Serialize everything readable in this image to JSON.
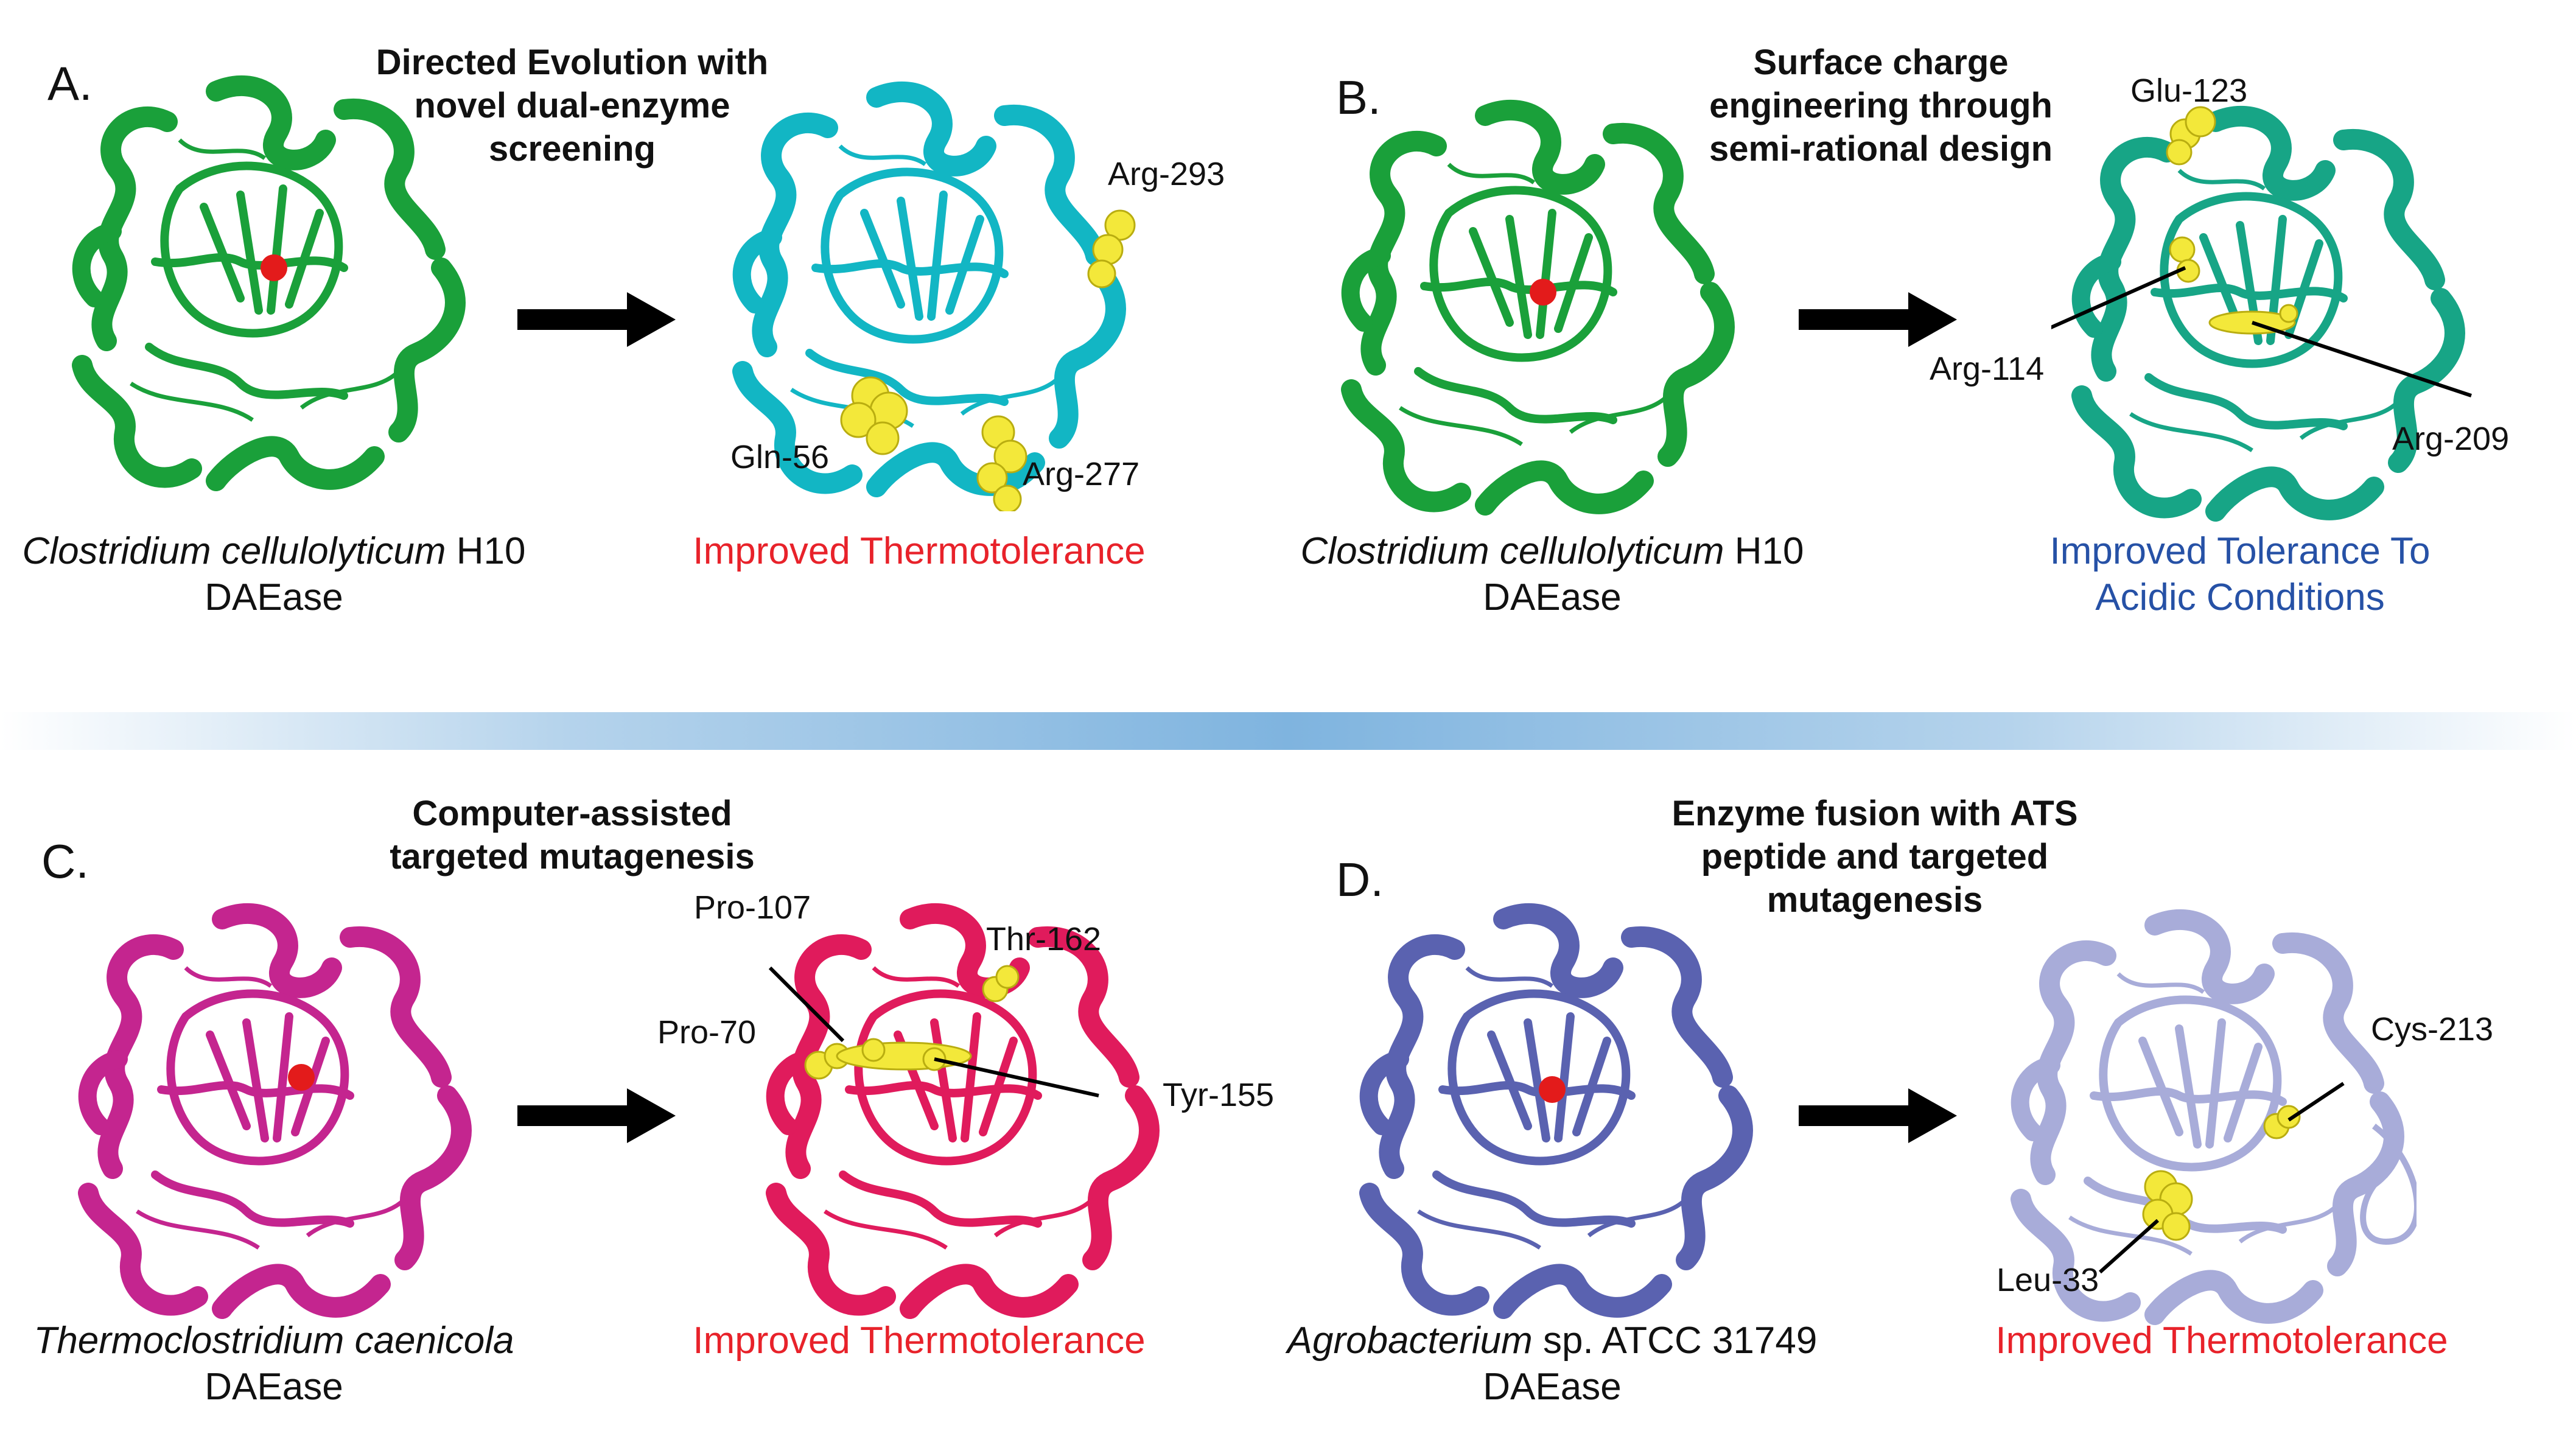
{
  "colors": {
    "green": "#1aa03a",
    "cyan": "#12b6c4",
    "teal": "#17a586",
    "magenta": "#c4258f",
    "crimson": "#e01b5c",
    "slate_blue": "#5a62b0",
    "lavender": "#a8acd9",
    "residue": "#f3e83a",
    "metal": "#e31b1b",
    "improved_red": "#e8222a",
    "improved_blue": "#2651a6"
  },
  "panels": {
    "a": {
      "letter": "A.",
      "method": [
        "Directed Evolution with",
        "novel dual-enzyme",
        "screening"
      ],
      "source_species": "Clostridium cellulolyticum",
      "source_strain": " H10",
      "source_enzyme": "DAEase",
      "outcome": [
        "Improved Thermotolerance"
      ],
      "residues": [
        "Arg-293",
        "Gln-56",
        "Arg-277"
      ]
    },
    "b": {
      "letter": "B.",
      "method": [
        "Surface charge",
        "engineering through",
        "semi-rational design"
      ],
      "source_species": "Clostridium cellulolyticum",
      "source_strain": " H10",
      "source_enzyme": "DAEase",
      "outcome": [
        "Improved Tolerance To",
        "Acidic Conditions"
      ],
      "residues": [
        "Glu-123",
        "Arg-114",
        "Arg-209"
      ]
    },
    "c": {
      "letter": "C.",
      "method": [
        "Computer-assisted",
        "targeted mutagenesis"
      ],
      "source_species": "Thermoclostridium caenicola",
      "source_strain": "",
      "source_enzyme": "DAEase",
      "outcome": [
        "Improved Thermotolerance"
      ],
      "residues": [
        "Pro-107",
        "Thr-162",
        "Pro-70",
        "Tyr-155"
      ]
    },
    "d": {
      "letter": "D.",
      "method": [
        "Enzyme fusion with ATS",
        "peptide and targeted",
        "mutagenesis"
      ],
      "source_species": "Agrobacterium",
      "source_strain": " sp. ATCC 31749",
      "source_enzyme": "DAEase",
      "outcome": [
        "Improved Thermotolerance"
      ],
      "residues": [
        "Cys-213",
        "Leu-33"
      ]
    }
  }
}
